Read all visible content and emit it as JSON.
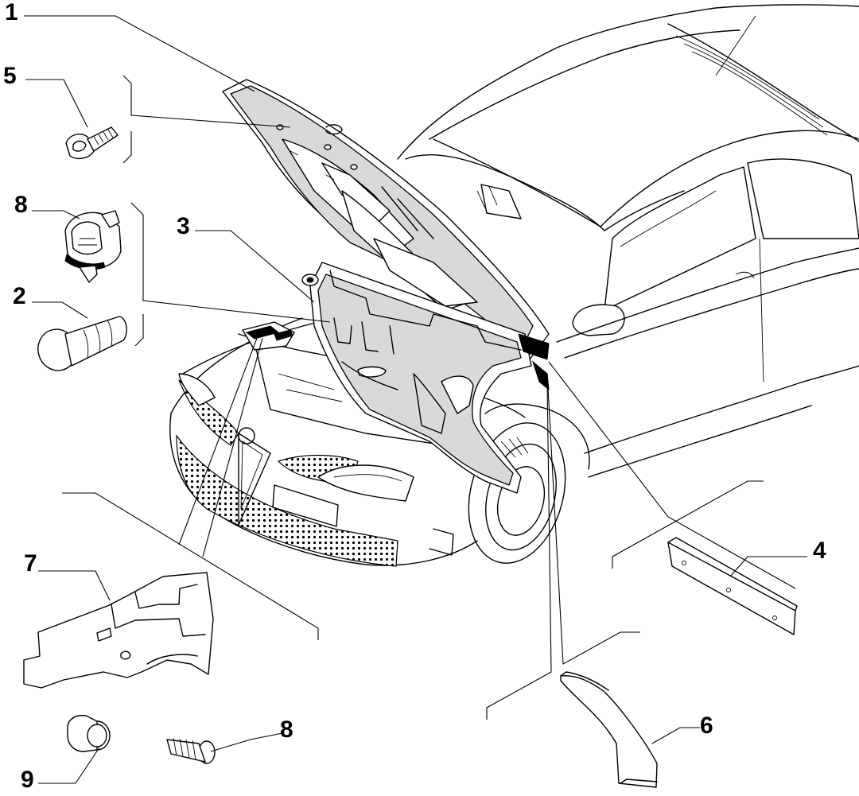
{
  "diagram": {
    "callouts": [
      {
        "id": "c1",
        "label": "1"
      },
      {
        "id": "c5",
        "label": "5"
      },
      {
        "id": "c8a",
        "label": "8"
      },
      {
        "id": "c3",
        "label": "3"
      },
      {
        "id": "c2",
        "label": "2"
      },
      {
        "id": "c7",
        "label": "7"
      },
      {
        "id": "c4",
        "label": "4"
      },
      {
        "id": "c6",
        "label": "6"
      },
      {
        "id": "c8b",
        "label": "8"
      },
      {
        "id": "c9",
        "label": "9"
      }
    ]
  }
}
